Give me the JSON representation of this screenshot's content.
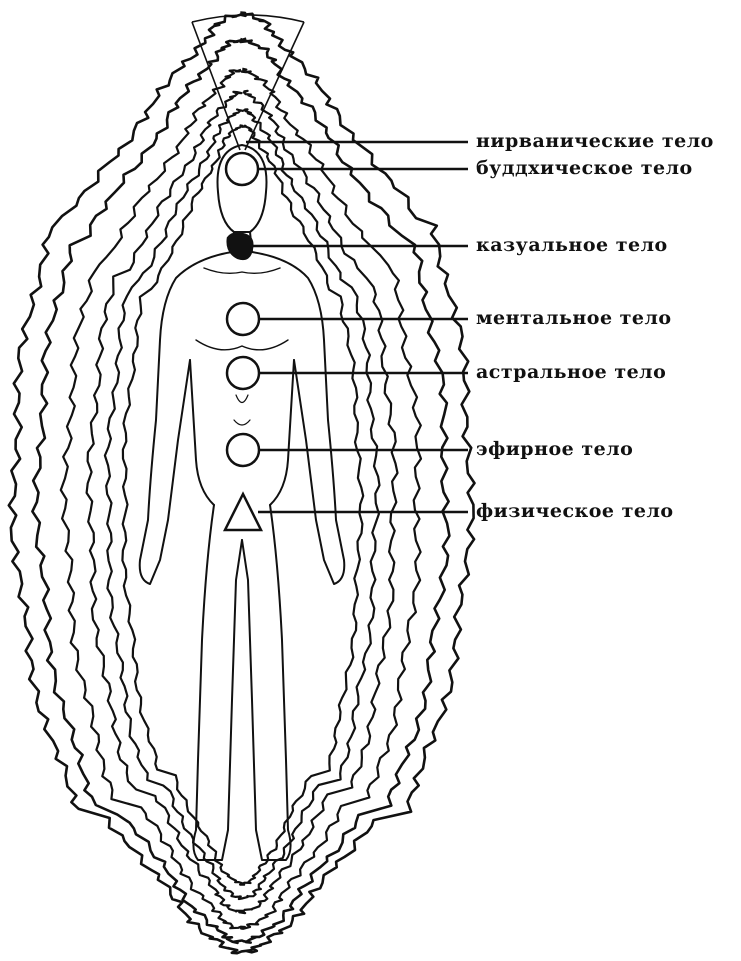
{
  "diagram": {
    "labels": [
      {
        "id": "nirvanic",
        "text": "нирванические тело"
      },
      {
        "id": "buddhic",
        "text": "буддхическое тело"
      },
      {
        "id": "causal",
        "text": "казуальное тело"
      },
      {
        "id": "mental",
        "text": "ментальное тело"
      },
      {
        "id": "astral",
        "text": "астральное тело"
      },
      {
        "id": "etheric",
        "text": "эфирное тело"
      },
      {
        "id": "physical",
        "text": "физическое тело"
      }
    ],
    "colors": {
      "ink": "#111111",
      "paper": "#ffffff"
    },
    "markers": {
      "nirvanic": "cone",
      "buddhic": "circle",
      "causal": "blob",
      "mental": "circle",
      "astral": "circle",
      "etheric": "circle",
      "physical": "triangle"
    }
  }
}
